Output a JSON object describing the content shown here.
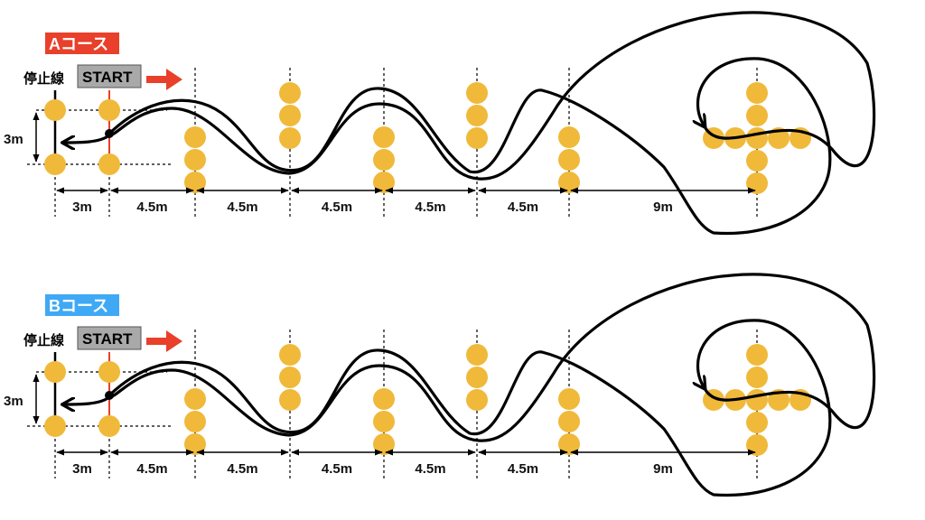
{
  "courses": [
    {
      "name": "Aコース",
      "color": "#e8402a"
    },
    {
      "name": "Bコース",
      "color": "#3fa9f5"
    }
  ],
  "stop_line_label": "停止線",
  "start_label": "START",
  "dimensions": {
    "width_left": "3m",
    "height": "3m",
    "segments": [
      "4.5m",
      "4.5m",
      "4.5m",
      "4.5m",
      "4.5m"
    ],
    "last_segment": "9m"
  },
  "colors": {
    "cone": "#f0b93a",
    "start_line": "#e8402a",
    "start_box": "#a9a9a9",
    "arrow": "#e8402a"
  }
}
